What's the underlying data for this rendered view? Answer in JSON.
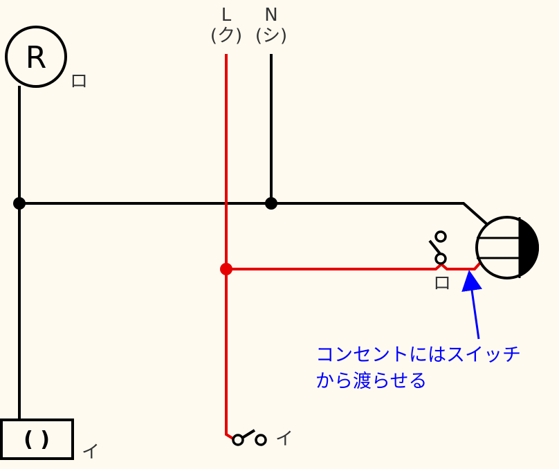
{
  "supply": {
    "line_label": "L",
    "line_sub": "(ク)",
    "neutral_label": "N",
    "neutral_sub": "(シ)"
  },
  "fixtures": {
    "lamp_symbol": "R",
    "lamp_switch_tag": "ロ",
    "box_text": "(  )",
    "box_switch_tag": "イ",
    "bottom_switch_tag": "イ",
    "outlet_switch_tag": "ロ"
  },
  "annotation": {
    "line1": "コンセントにはスイッチ",
    "line2": "から渡らせる"
  },
  "colors": {
    "wire": "#000000",
    "hot_wire": "#e60000",
    "annotation": "#0000ff",
    "background": "#fffaf0",
    "label": "#333333"
  }
}
